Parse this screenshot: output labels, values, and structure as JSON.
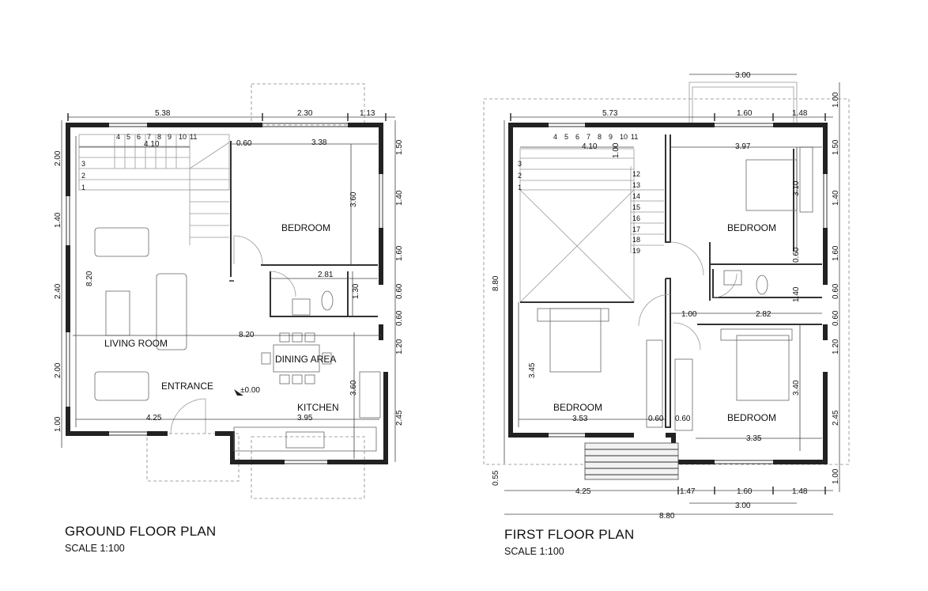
{
  "ground": {
    "title": "GROUND FLOOR PLAN",
    "scale": "SCALE 1:100",
    "rooms": {
      "bedroom": "BEDROOM",
      "living": "LIVING ROOM",
      "dining": "DINING AREA",
      "entrance": "ENTRANCE",
      "kitchen": "KITCHEN"
    },
    "level": "±0.00",
    "dims": {
      "top_a": "5.38",
      "top_b": "2.30",
      "top_c": "1.13",
      "stair_w": "4.10",
      "d060": "0.60",
      "bed_w": "3.38",
      "bed_h": "3.60",
      "bath_w": "2.81",
      "bath_h": "1.30",
      "mid": "8.20",
      "left_h": "8.20",
      "kit_h": "3.60",
      "bot_a": "4.25",
      "bot_b": "3.95",
      "l1": "2.00",
      "l2": "1.40",
      "l3": "2.40",
      "l4": "2.00",
      "l5": "1.00",
      "r1": "1.50",
      "r2": "1.40",
      "r3": "1.60",
      "r4": "0.60",
      "r5": "0.60",
      "r6": "1.20",
      "r7": "2.45"
    },
    "steps": [
      "1",
      "2",
      "3",
      "4",
      "5",
      "6",
      "7",
      "8",
      "9",
      "10",
      "11"
    ]
  },
  "first": {
    "title": "FIRST FLOOR PLAN",
    "scale": "SCALE 1:100",
    "rooms": {
      "bed1": "BEDROOM",
      "bed2": "BEDROOM",
      "bed3": "BEDROOM"
    },
    "dims": {
      "balc": "3.00",
      "top_a": "5.73",
      "top_b": "1.60",
      "top_c": "1.48",
      "stair_w": "4.10",
      "d100": "1.00",
      "bed_w": "3.97",
      "bed_h": "3.10",
      "d060": "0.60",
      "d140": "1.40",
      "left_h": "8.80",
      "d100b": "1.00",
      "corr": "2.82",
      "b3_h": "3.45",
      "b2_h": "3.40",
      "b3_w": "3.53",
      "d060a": "0.60",
      "d060b": "0.60",
      "b2_w": "3.35",
      "bot_a": "4.25",
      "bot_b": "1.47",
      "bot_c": "1.60",
      "bot_d": "1.48",
      "bot_balc": "3.00",
      "total": "8.80",
      "d055": "0.55",
      "r0": "1.00",
      "r1": "1.50",
      "r2": "1.40",
      "r3": "1.60",
      "r4": "0.60",
      "r5": "0.60",
      "r6": "1.20",
      "r7": "2.45",
      "r8": "1.00"
    },
    "steps": [
      "1",
      "2",
      "3",
      "4",
      "5",
      "6",
      "7",
      "8",
      "9",
      "10",
      "11",
      "12",
      "13",
      "14",
      "15",
      "16",
      "17",
      "18",
      "19"
    ]
  }
}
